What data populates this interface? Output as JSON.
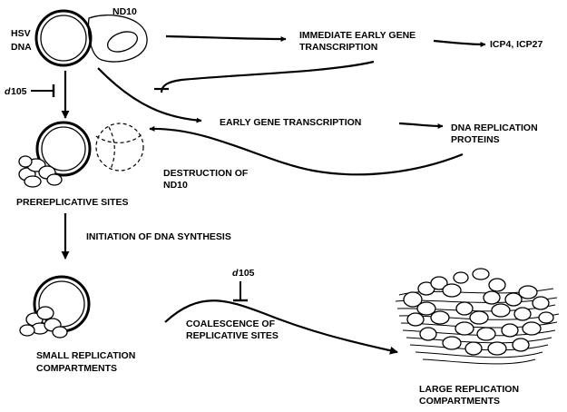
{
  "labels": {
    "hsv_line1": "HSV",
    "hsv_line2": "DNA",
    "nd10": "ND10",
    "ie_transcription_1": "IMMEDIATE EARLY GENE",
    "ie_transcription_2": "TRANSCRIPTION",
    "icp": "ICP4, ICP27",
    "early_transcription": "EARLY GENE TRANSCRIPTION",
    "dna_rep_proteins_1": "DNA REPLICATION",
    "dna_rep_proteins_2": "PROTEINS",
    "d105_top_italic": "d",
    "d105_top_num": "105",
    "destruction_1": "DESTRUCTION OF",
    "destruction_2": "ND10",
    "prereplicative_sites": "PREREPLICATIVE SITES",
    "initiation": "INITIATION OF DNA SYNTHESIS",
    "d105_mid_italic": "d",
    "d105_mid_num": "105",
    "coalescence_1": "COALESCENCE OF",
    "coalescence_2": "REPLICATIVE SITES",
    "small_comp_1": "SMALL REPLICATION",
    "small_comp_2": "COMPARTMENTS",
    "large_comp_1": "LARGE REPLICATION",
    "large_comp_2": "COMPARTMENTS"
  }
}
